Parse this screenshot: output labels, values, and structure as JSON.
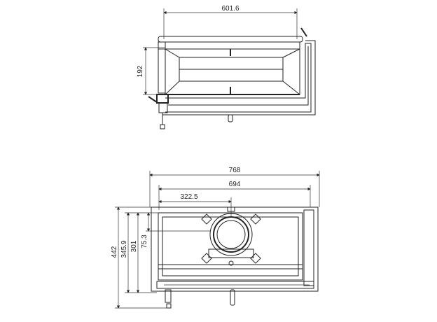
{
  "top_view": {
    "dimensions": {
      "width": "601.6",
      "depth": "192"
    }
  },
  "front_view": {
    "dimensions": {
      "overall_width": "768",
      "inner_width": "694",
      "flue_offset": "322.5",
      "overall_height": "442",
      "height_a": "345.9",
      "height_b": "301",
      "flue_height": "75.3"
    }
  }
}
